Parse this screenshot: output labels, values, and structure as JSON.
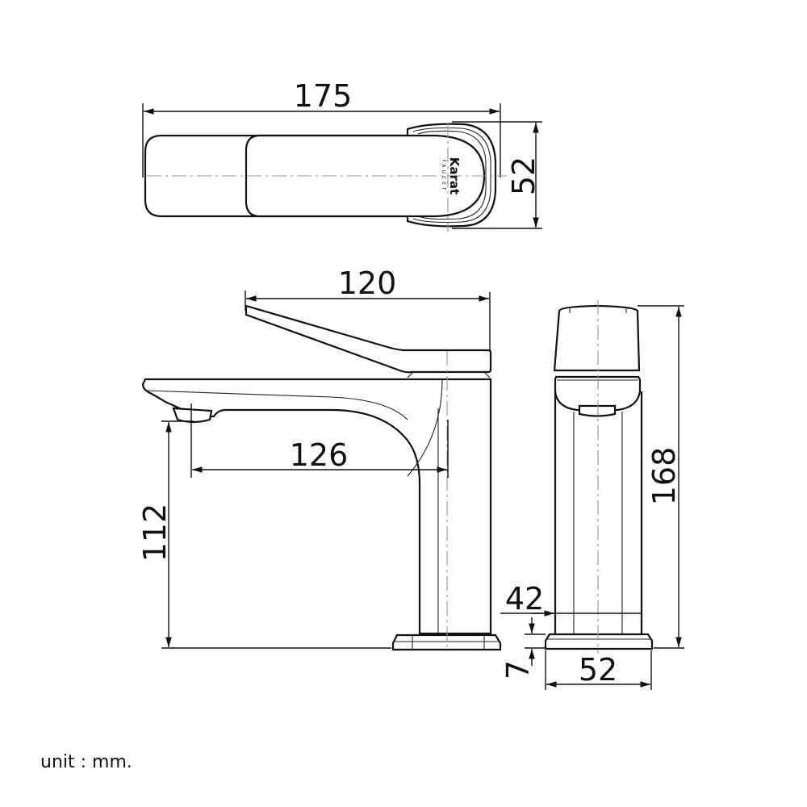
{
  "drawing": {
    "subject": "Single lever basin faucet technical drawing",
    "brand_logo": {
      "name": "Karat",
      "sub": "FAUCET"
    },
    "views": {
      "top": {
        "dims": {
          "length": "175",
          "width": "52"
        }
      },
      "side": {
        "dims": {
          "handle_length": "120",
          "spout_reach": "126",
          "spout_height": "112"
        }
      },
      "front": {
        "dims": {
          "total_height": "168",
          "body_width": "42",
          "base_height": "7",
          "base_width": "52"
        }
      }
    },
    "unit_label": "unit : mm."
  }
}
